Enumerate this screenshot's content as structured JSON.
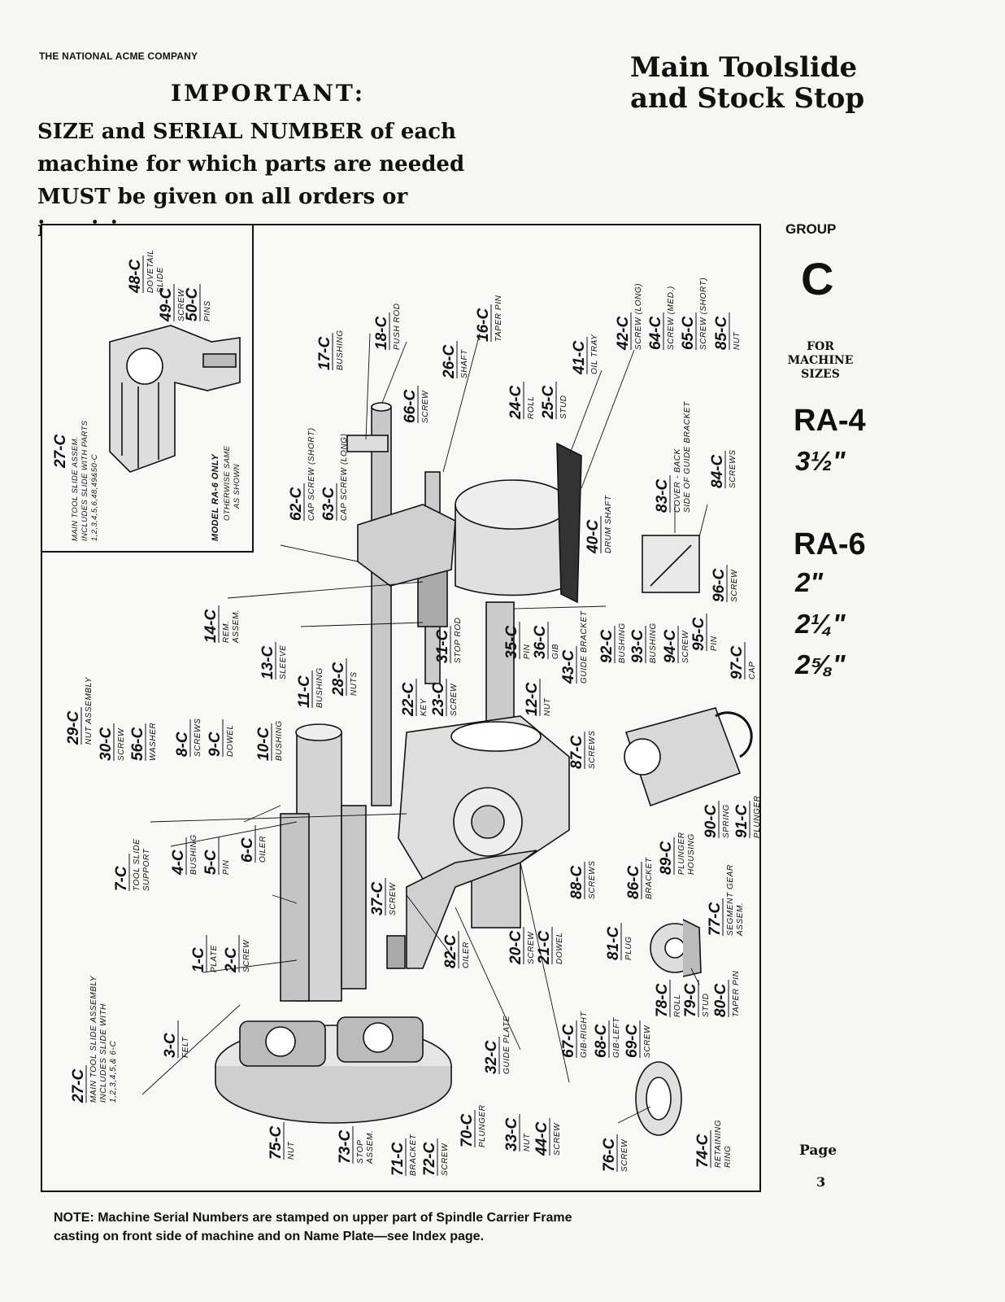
{
  "header": {
    "company": "THE NATIONAL ACME COMPANY",
    "important_heading": "IMPORTANT:",
    "important_lines": [
      "SIZE and SERIAL NUMBER of each",
      "machine for which parts are needed",
      "MUST be given on all orders or inquiries."
    ],
    "title_lines": [
      "Main Toolslide",
      "and Stock Stop"
    ]
  },
  "sidebar": {
    "group_label": "GROUP",
    "group_letter": "C",
    "for_lines": [
      "FOR",
      "MACHINE",
      "SIZES"
    ],
    "models": [
      {
        "name": "RA-4",
        "sizes": [
          "3½\""
        ]
      },
      {
        "name": "RA-6",
        "sizes": [
          "2\"",
          "2¼\"",
          "2⅝\""
        ]
      }
    ],
    "page_label": "Page",
    "page_number": "3"
  },
  "inset": {
    "notes": [
      "27-C",
      "MAIN TOOL SLIDE ASSEM.",
      "INCLUDES SLIDE WITH PARTS",
      "1,2,3,4,5,6,48,49&50-C",
      "MODEL RA-6 ONLY",
      "OTHERWISE SAME",
      "AS SHOWN"
    ]
  },
  "note": {
    "lines": [
      "NOTE: Machine Serial Numbers are stamped on upper part of Spindle Carrier Frame",
      "casting on front side of machine and on Name Plate—see Index page."
    ]
  },
  "callouts": [
    {
      "num": "48-C",
      "desc": [
        "DOVETAIL",
        "SLIDE"
      ]
    },
    {
      "num": "49-C",
      "desc": [
        "SCREW"
      ]
    },
    {
      "num": "50-C",
      "desc": [
        "PINS"
      ]
    },
    {
      "num": "17-C",
      "desc": [
        "BUSHING"
      ]
    },
    {
      "num": "18-C",
      "desc": [
        "PUSH ROD"
      ]
    },
    {
      "num": "66-C",
      "desc": [
        "SCREW"
      ]
    },
    {
      "num": "26-C",
      "desc": [
        "SHAFT"
      ]
    },
    {
      "num": "16-C",
      "desc": [
        "TAPER PIN"
      ]
    },
    {
      "num": "24-C",
      "desc": [
        "ROLL"
      ]
    },
    {
      "num": "25-C",
      "desc": [
        "STUD"
      ]
    },
    {
      "num": "41-C",
      "desc": [
        "OIL TRAY"
      ]
    },
    {
      "num": "42-C",
      "desc": [
        "SCREW (LONG)"
      ]
    },
    {
      "num": "64-C",
      "desc": [
        "SCREW (MED.)"
      ]
    },
    {
      "num": "65-C",
      "desc": [
        "SCREW (SHORT)"
      ]
    },
    {
      "num": "85-C",
      "desc": [
        "NUT"
      ]
    },
    {
      "num": "62-C",
      "desc": [
        "CAP SCREW (SHORT)"
      ]
    },
    {
      "num": "63-C",
      "desc": [
        "CAP SCREW (LONG)"
      ]
    },
    {
      "num": "40-C",
      "desc": [
        "DRUM SHAFT"
      ]
    },
    {
      "num": "83-C",
      "desc": [
        "COVER - BACK",
        "SIDE OF GUIDE BRACKET"
      ]
    },
    {
      "num": "84-C",
      "desc": [
        "SCREWS"
      ]
    },
    {
      "num": "14-C",
      "desc": [
        "REM.",
        "ASSEM."
      ]
    },
    {
      "num": "13-C",
      "desc": [
        "SLEEVE"
      ]
    },
    {
      "num": "31-C",
      "desc": [
        "STOP ROD"
      ]
    },
    {
      "num": "35-C",
      "desc": [
        "PIN"
      ]
    },
    {
      "num": "36-C",
      "desc": [
        "GIB"
      ]
    },
    {
      "num": "43-C",
      "desc": [
        "GUIDE BRACKET"
      ]
    },
    {
      "num": "92-C",
      "desc": [
        "BUSHING"
      ]
    },
    {
      "num": "93-C",
      "desc": [
        "BUSHING"
      ]
    },
    {
      "num": "94-C",
      "desc": [
        "SCREW"
      ]
    },
    {
      "num": "95-C",
      "desc": [
        "PIN"
      ]
    },
    {
      "num": "96-C",
      "desc": [
        "SCREW"
      ]
    },
    {
      "num": "97-C",
      "desc": [
        "CAP"
      ]
    },
    {
      "num": "11-C",
      "desc": [
        "BUSHING"
      ]
    },
    {
      "num": "28-C",
      "desc": [
        "NUTS"
      ]
    },
    {
      "num": "22-C",
      "desc": [
        "KEY"
      ]
    },
    {
      "num": "23-C",
      "desc": [
        "SCREW"
      ]
    },
    {
      "num": "12-C",
      "desc": [
        "NUT"
      ]
    },
    {
      "num": "29-C",
      "desc": [
        "NUT ASSEMBLY"
      ]
    },
    {
      "num": "30-C",
      "desc": [
        "SCREW"
      ]
    },
    {
      "num": "56-C",
      "desc": [
        "WASHER"
      ]
    },
    {
      "num": "8-C",
      "desc": [
        "SCREWS"
      ]
    },
    {
      "num": "9-C",
      "desc": [
        "DOWEL"
      ]
    },
    {
      "num": "10-C",
      "desc": [
        "BUSHING"
      ]
    },
    {
      "num": "87-C",
      "desc": [
        "SCREWS"
      ]
    },
    {
      "num": "7-C",
      "desc": [
        "TOOL SLIDE",
        "SUPPORT"
      ]
    },
    {
      "num": "4-C",
      "desc": [
        "BUSHING"
      ]
    },
    {
      "num": "5-C",
      "desc": [
        "PIN"
      ]
    },
    {
      "num": "6-C",
      "desc": [
        "OILER"
      ]
    },
    {
      "num": "37-C",
      "desc": [
        "SCREW"
      ]
    },
    {
      "num": "88-C",
      "desc": [
        "SCREWS"
      ]
    },
    {
      "num": "86-C",
      "desc": [
        "BRACKET"
      ]
    },
    {
      "num": "89-C",
      "desc": [
        "PLUNGER",
        "HOUSING"
      ]
    },
    {
      "num": "90-C",
      "desc": [
        "SPRING"
      ]
    },
    {
      "num": "91-C",
      "desc": [
        "PLUNGER"
      ]
    },
    {
      "num": "77-C",
      "desc": [
        "SEGMENT GEAR",
        "ASSEM."
      ]
    },
    {
      "num": "1-C",
      "desc": [
        "PLATE"
      ]
    },
    {
      "num": "2-C",
      "desc": [
        "SCREW"
      ]
    },
    {
      "num": "20-C",
      "desc": [
        "SCREW"
      ]
    },
    {
      "num": "21-C",
      "desc": [
        "DOWEL"
      ]
    },
    {
      "num": "82-C",
      "desc": [
        "OILER"
      ]
    },
    {
      "num": "81-C",
      "desc": [
        "PLUG"
      ]
    },
    {
      "num": "3-C",
      "desc": [
        "FELT"
      ]
    },
    {
      "num": "27-C",
      "desc": [
        "MAIN TOOL SLIDE ASSEMBLY",
        "INCLUDES SLIDE WITH",
        "1,2,3,4,5,& 6-C"
      ]
    },
    {
      "num": "32-C",
      "desc": [
        "GUIDE PLATE"
      ]
    },
    {
      "num": "67-C",
      "desc": [
        "GIB-RIGHT"
      ]
    },
    {
      "num": "68-C",
      "desc": [
        "GIB-LEFT"
      ]
    },
    {
      "num": "69-C",
      "desc": [
        "SCREW"
      ]
    },
    {
      "num": "78-C",
      "desc": [
        "ROLL"
      ]
    },
    {
      "num": "79-C",
      "desc": [
        "STUD"
      ]
    },
    {
      "num": "80-C",
      "desc": [
        "TAPER PIN"
      ]
    },
    {
      "num": "70-C",
      "desc": [
        "PLUNGER"
      ]
    },
    {
      "num": "75-C",
      "desc": [
        "NUT"
      ]
    },
    {
      "num": "73-C",
      "desc": [
        "STOP",
        "ASSEM."
      ]
    },
    {
      "num": "71-C",
      "desc": [
        "BRACKET"
      ]
    },
    {
      "num": "72-C",
      "desc": [
        "SCREW"
      ]
    },
    {
      "num": "33-C",
      "desc": [
        "NUT"
      ]
    },
    {
      "num": "44-C",
      "desc": [
        "SCREW"
      ]
    },
    {
      "num": "76-C",
      "desc": [
        "SCREW"
      ]
    },
    {
      "num": "74-C",
      "desc": [
        "RETAINING",
        "RING"
      ]
    }
  ]
}
